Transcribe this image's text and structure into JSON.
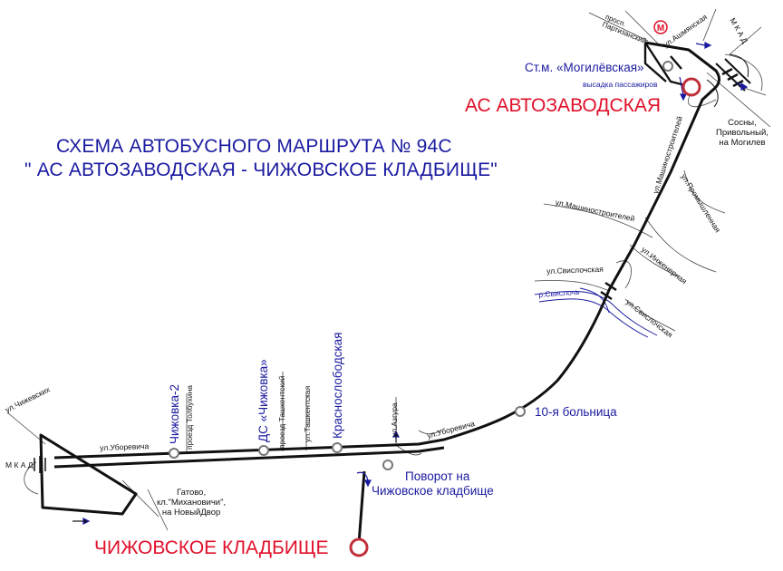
{
  "title": {
    "line1": "СХЕМА АВТОБУСНОГО МАРШРУТА № 94С",
    "line2": "\" АС АВТОЗАВОДСКАЯ - ЧИЖОВСКОЕ КЛАДБИЩЕ\""
  },
  "terminals": {
    "start": "АС АВТОЗАВОДСКАЯ",
    "end": "ЧИЖОВСКОЕ КЛАДБИЩЕ"
  },
  "stops": {
    "mogilevskaya": "Ст.м. «Могилёвская»",
    "drop_off": "высадка пассажиров",
    "hospital": "10-я больница",
    "turn_line1": "Поворот на",
    "turn_line2": "Чижовское кладбище",
    "chizhovka2": "Чижовка-2",
    "ds_chizhovka": "ДС «Чижовка»",
    "krasnoslobodskaya": "Краснослободская"
  },
  "streets": {
    "partizansky": "просп.\nПартизанский",
    "ashmyanskaya": "ул.Ашмянская",
    "mashinostroiteley_v": "ул.Машиностроителей",
    "mashinostroiteley": "ул.Машиностроителей",
    "promyshlennaya": "ул.Промышленная",
    "inzhenernaya": "ул.Инженерная",
    "svisloch_a": "ул.Свислочская",
    "svisloch_b": "ул.Свислочская",
    "svisloch_river": "р.Свислочь",
    "uborevicha_a": "ул.Уборевича",
    "uborevicha_b": "ул.Уборевича",
    "azgura": "ул.Азгура",
    "chizhevskih": "ул.Чижевских",
    "tolbuhina": "проезд Толбухина",
    "tashkentsky": "проезд Ташкентский",
    "tashkentskaya": "ул.Ташкентская"
  },
  "notes": {
    "mkad_top": "М К А Д",
    "mkad_left": "М К А Д",
    "sosny": "Сосны,\nПривольный,\nна Могилев",
    "gatovo": "Гатово,\nкл.\"Михановичи\",\nна НовыйДвор"
  },
  "metro_icon": "M",
  "colors": {
    "title": "#1a1aa0",
    "terminal": "#e0102a",
    "route": "#111111",
    "river": "#1a1aa0",
    "stop_fill": "#ffffff",
    "stop_stroke": "#777777"
  }
}
